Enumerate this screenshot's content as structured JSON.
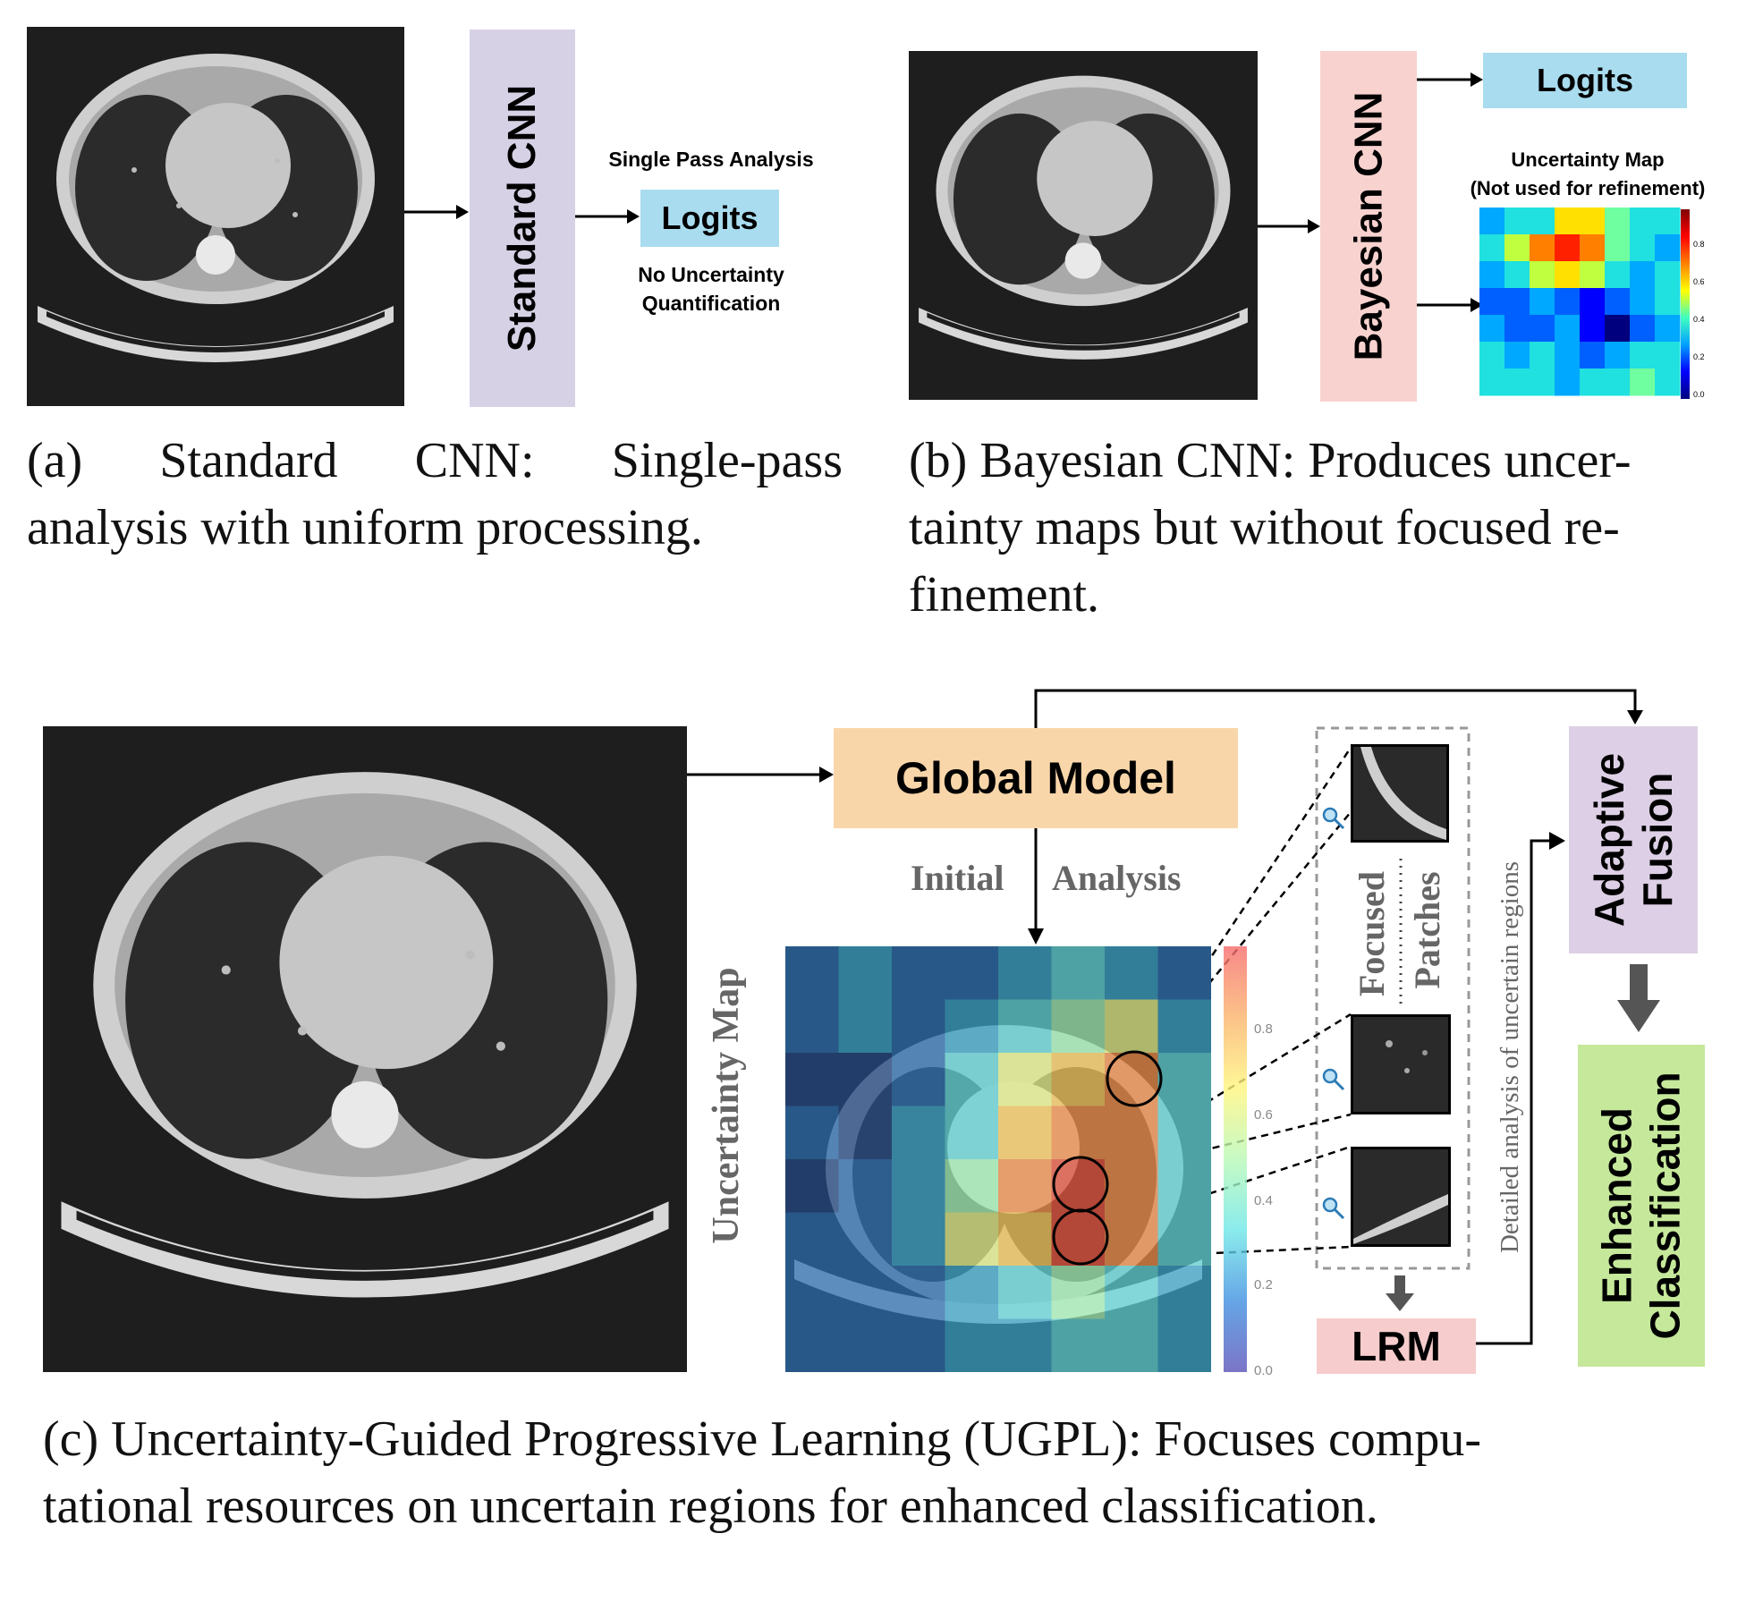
{
  "panel_a": {
    "model_label": "Standard CNN",
    "annotation_top": "Single Pass Analysis",
    "output_label": "Logits",
    "annotation_bottom_line1": "No Uncertainty",
    "annotation_bottom_line2": "Quantification",
    "caption_line1": "(a) Standard CNN: Single-pass",
    "caption_line2": "analysis with uniform processing."
  },
  "panel_b": {
    "model_label": "Bayesian CNN",
    "output_label": "Logits",
    "map_title_line1": "Uncertainty Map",
    "map_title_line2": "(Not used for refinement)",
    "colorbar_ticks": [
      "0.8",
      "0.6",
      "0.4",
      "0.2",
      "0.0"
    ],
    "caption_line1": "(b) Bayesian CNN: Produces uncer-",
    "caption_line2": "tainty maps but without focused re-",
    "caption_line3": "finement."
  },
  "panel_c": {
    "global_model_label": "Global Model",
    "initial_label": "Initial",
    "analysis_label": "Analysis",
    "uncertainty_map_label": "Uncertainty Map",
    "colorbar_ticks": [
      "0.8",
      "0.6",
      "0.4",
      "0.2",
      "0.0"
    ],
    "focused_label": "Focused",
    "patches_label": "Patches",
    "detailed_label": "Detailed analysis of uncertain regions",
    "lrm_label": "LRM",
    "fusion_line1": "Adaptive",
    "fusion_line2": "Fusion",
    "enhanced_line1": "Enhanced",
    "enhanced_line2": "Classification",
    "caption_line1": "(c) Uncertainty-Guided Progressive Learning (UGPL): Focuses compu-",
    "caption_line2": "tational resources on uncertain regions for enhanced classification."
  },
  "colors": {
    "standard_cnn_box": "#d7d1e6",
    "bayesian_cnn_box": "#f7d2cf",
    "logits_box": "#a9dcef",
    "global_model_box": "#f9d6a9",
    "lrm_box": "#f7cccc",
    "fusion_box": "#ddd0e6",
    "enhanced_box": "#c5e89b"
  }
}
